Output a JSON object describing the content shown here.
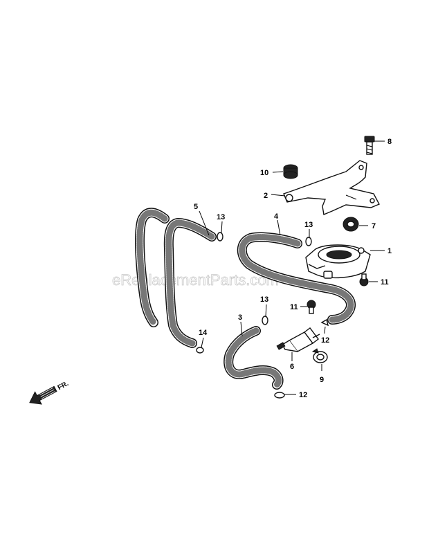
{
  "watermark": "eReplacementParts.com",
  "direction_label": "FR.",
  "callouts": {
    "c1": "1",
    "c2": "2",
    "c3": "3",
    "c4": "4",
    "c5": "5",
    "c6": "6",
    "c7": "7",
    "c8": "8",
    "c9": "9",
    "c10": "10",
    "c11a": "11",
    "c11b": "11",
    "c12a": "12",
    "c12b": "12",
    "c13a": "13",
    "c13b": "13",
    "c13c": "13",
    "c14": "14"
  }
}
